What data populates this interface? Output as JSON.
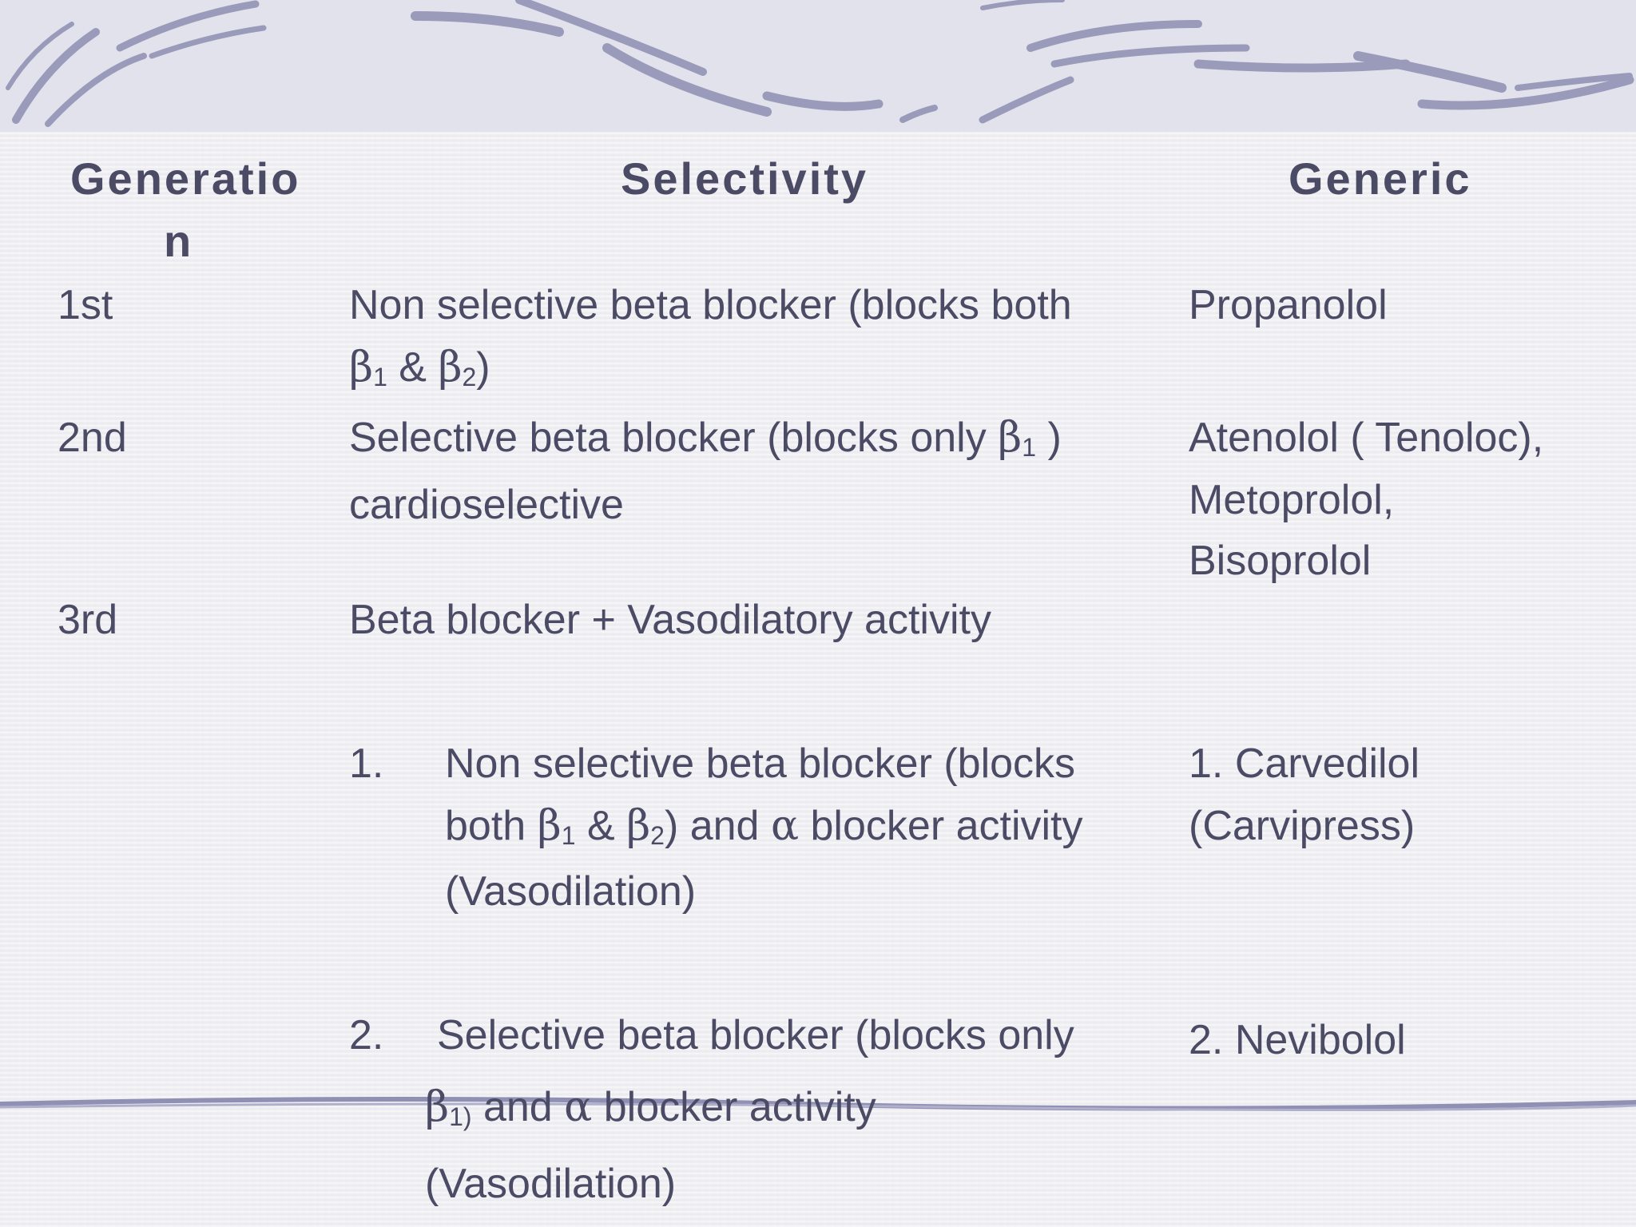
{
  "headers": {
    "generation": "Generatio",
    "generation_wrap": "n",
    "selectivity": "Selectivity",
    "generic": "Generic"
  },
  "rows": [
    {
      "generation": "1st",
      "selectivity_line1": "Non selective beta blocker (blocks both",
      "beta": "β",
      "sub1": "1",
      "amp": " &  ",
      "sub2": "2",
      "close": ")",
      "generic": "Propanolol"
    },
    {
      "generation": "2nd",
      "selectivity_line1_pre": "Selective beta blocker (blocks only ",
      "beta": "β",
      "sub1": "1",
      "close": " )",
      "selectivity_line2": "cardioselective",
      "generic_lines": [
        "Atenolol ( Tenoloc),",
        "Metoprolol,",
        "Bisoprolol"
      ]
    },
    {
      "generation": "3rd",
      "selectivity": "Beta blocker + Vasodilatory activity",
      "items": [
        {
          "num": "1.",
          "line1": "Non selective beta blocker (blocks",
          "line2_pre": "both ",
          "beta": "β",
          "sub1": "1",
          "amp": " & ",
          "sub2": "2",
          "line2_post": ") and ",
          "alpha": "α",
          "line2_end": " blocker activity",
          "line3": "(Vasodilation)",
          "generic_line1": "1. Carvedilol",
          "generic_line2": "(Carvipress)"
        },
        {
          "num": "2.",
          "line1": "Selective beta blocker (blocks only",
          "beta": "β",
          "sub1": "1)",
          "line2_post": " and ",
          "alpha": "α",
          "line2_end": " blocker activity",
          "line3": "(Vasodilation)",
          "generic": "2. Nevibolol"
        }
      ]
    }
  ]
}
